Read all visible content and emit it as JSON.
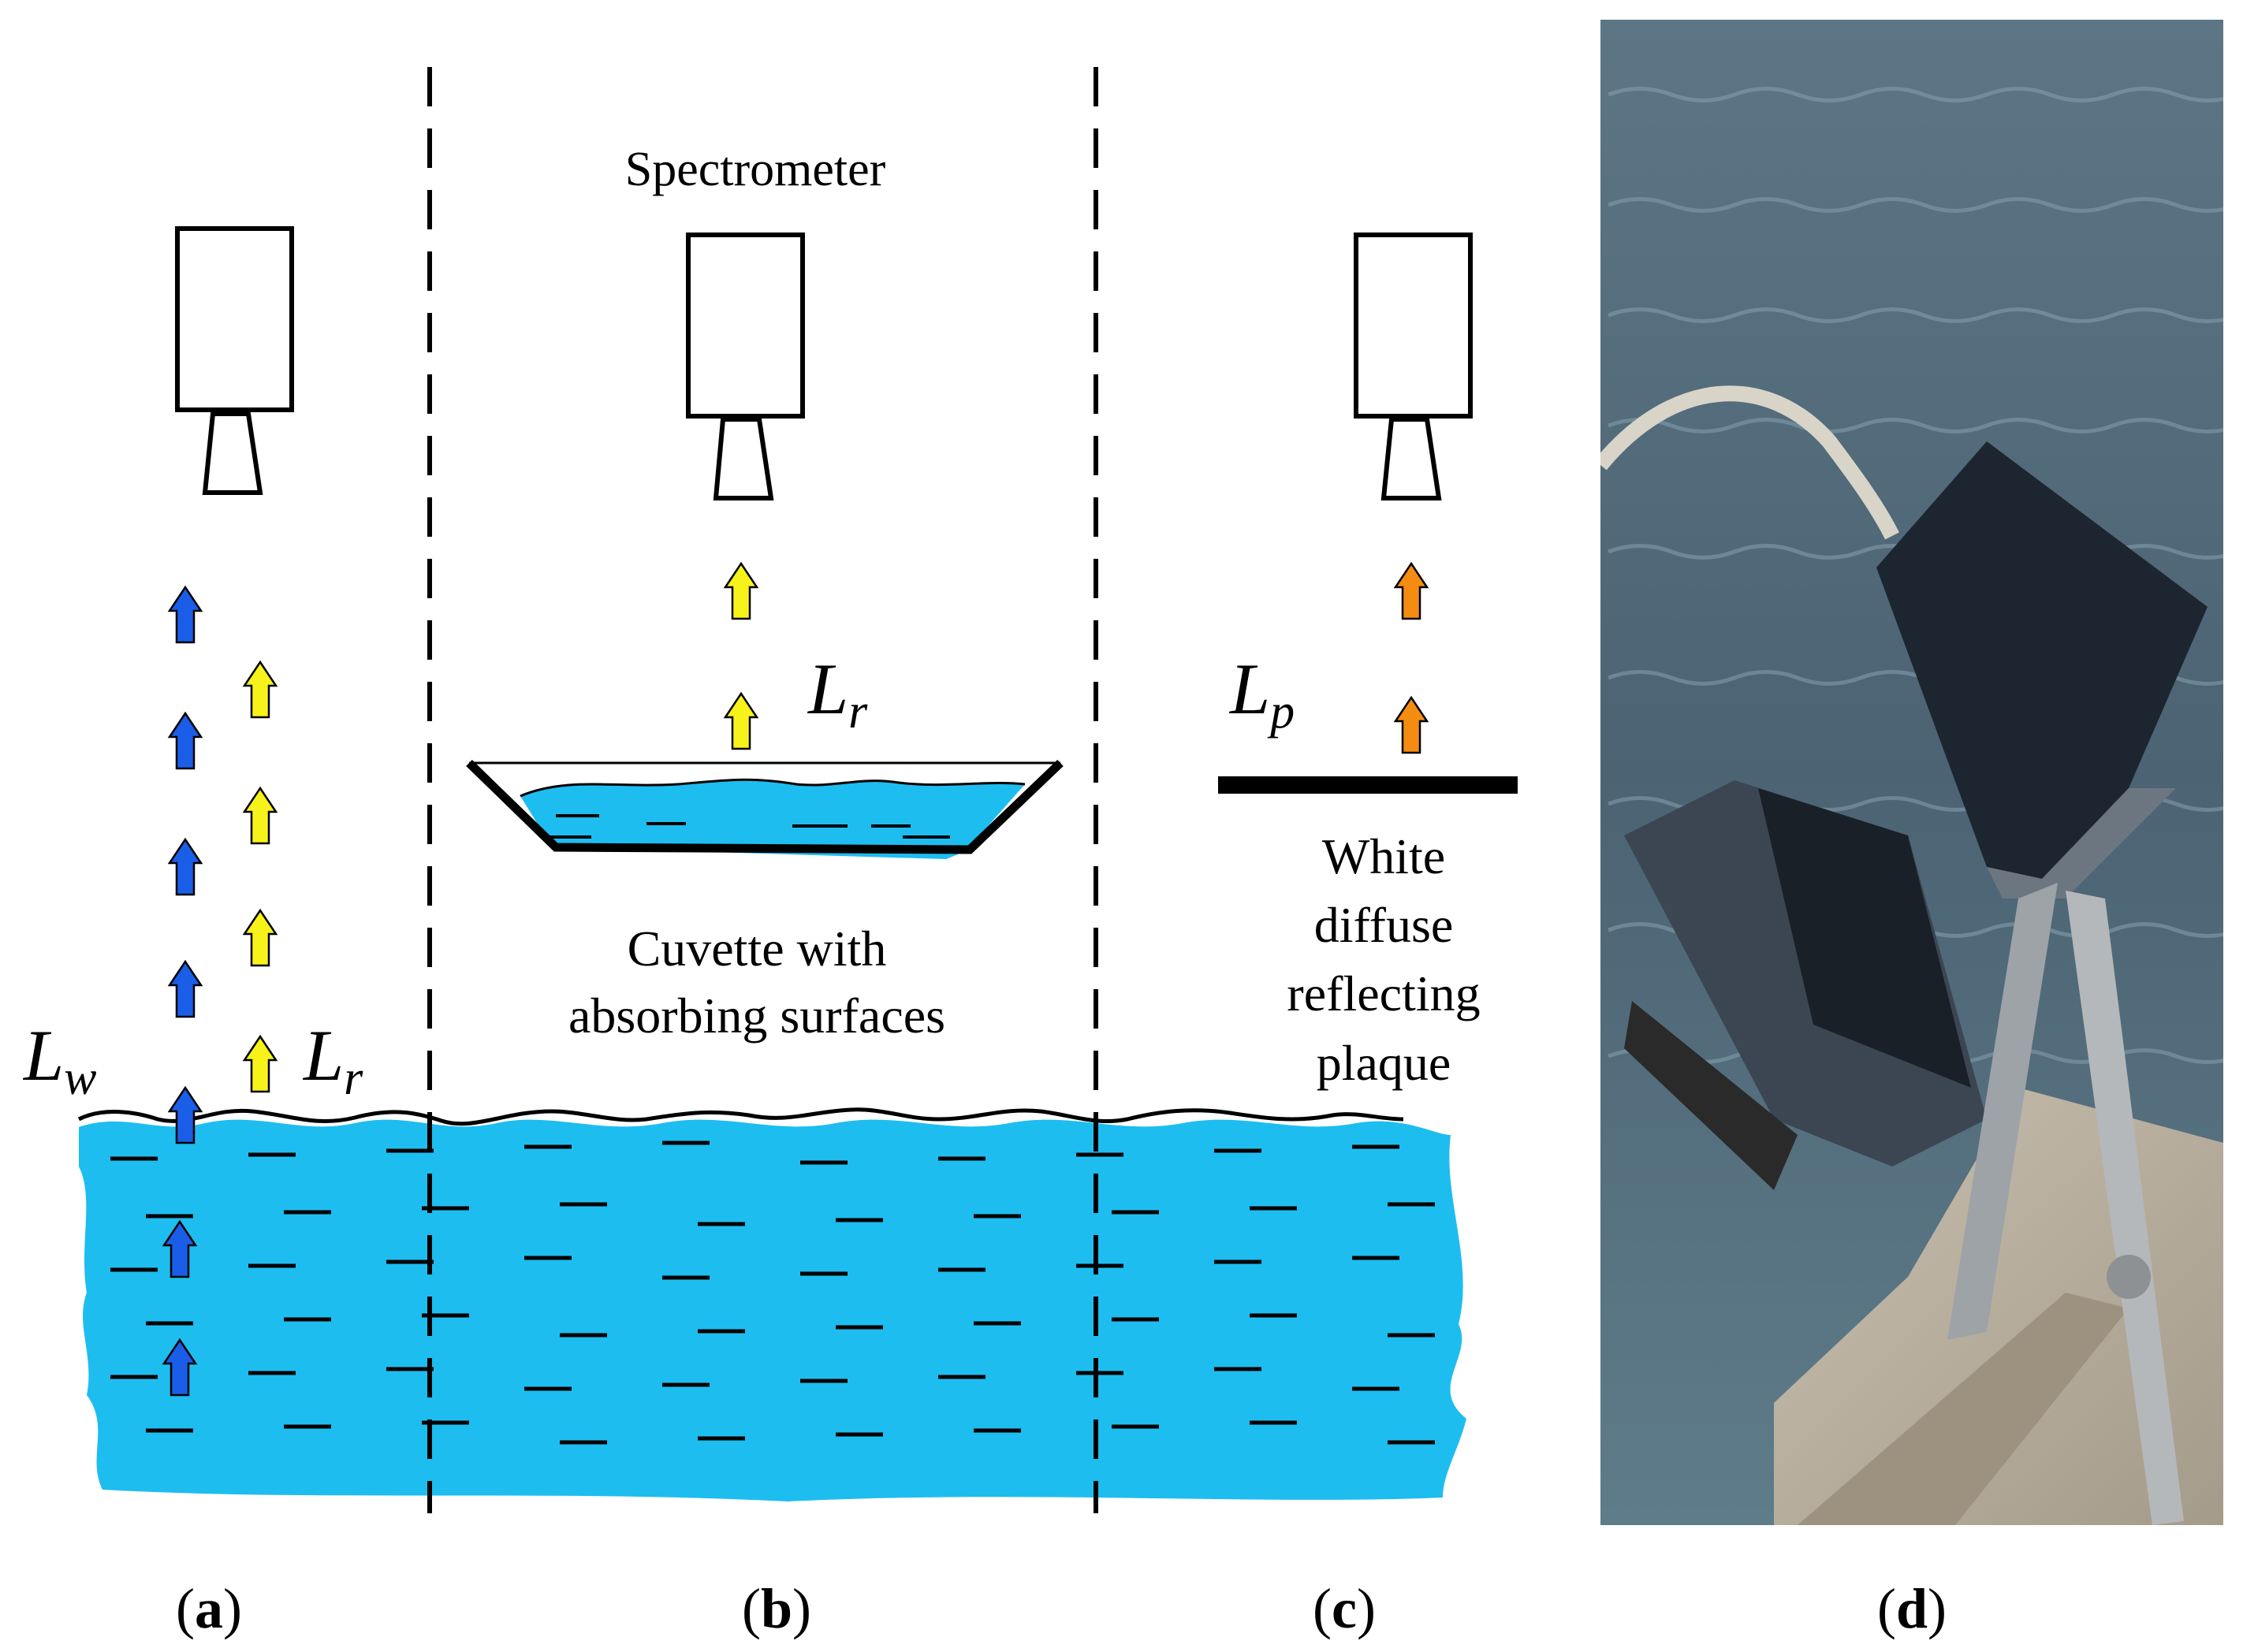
{
  "panels": {
    "a": {
      "caption_letter": "a",
      "lw_main": "L",
      "lw_sub": "w",
      "lr_main": "L",
      "lr_sub": "r"
    },
    "b": {
      "caption_letter": "b",
      "spectrometer_label": "Spectrometer",
      "lr_main": "L",
      "lr_sub": "r",
      "cuvette_line1": "Cuvette with",
      "cuvette_line2": "absorbing surfaces"
    },
    "c": {
      "caption_letter": "c",
      "lp_main": "L",
      "lp_sub": "p",
      "plaque_line1": "White",
      "plaque_line2": "diffuse",
      "plaque_line3": "reflecting",
      "plaque_line4": "plaque"
    },
    "d": {
      "caption_letter": "d"
    }
  },
  "colors": {
    "water": "#1ebdf0",
    "water_dash": "#000000",
    "arrow_blue": "#1a5ee8",
    "arrow_yellow": "#f7f21a",
    "arrow_orange": "#f58c12",
    "photo_water": "#4b6373",
    "photo_box": "#1d2530",
    "photo_dock": "#b8ad9c"
  }
}
